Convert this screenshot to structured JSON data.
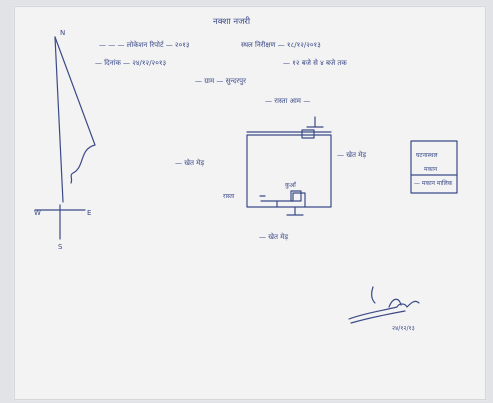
{
  "note": {
    "title": "नक्शा नजरी",
    "line1": "— — — लोकेशन रिपोर्ट — २०१३",
    "line1_right": "स्थल निरीक्षण — १८/१२/२०१३",
    "line2": "— दिनांक — २४/१२/२०१३",
    "line2_right": "— १२ बजे से ४ बजे तक",
    "line3": "— ग्राम — सुन्दरपुर",
    "compass": {
      "north": "N",
      "south": "S",
      "west": "W",
      "east": "E"
    },
    "top_label": "— रास्ता आम —",
    "left_label": "— खेत मेड़",
    "right_label": "— खेत मेड़",
    "bottom_label": "— खेत मेड़",
    "inside_label": "कुआँ",
    "left_entry": "रास्ता",
    "side_box": {
      "line1": "घटनास्थल",
      "line2": "मकान",
      "line3": "— मकान मालिक"
    },
    "signature_date": "२४/१२/१३"
  }
}
